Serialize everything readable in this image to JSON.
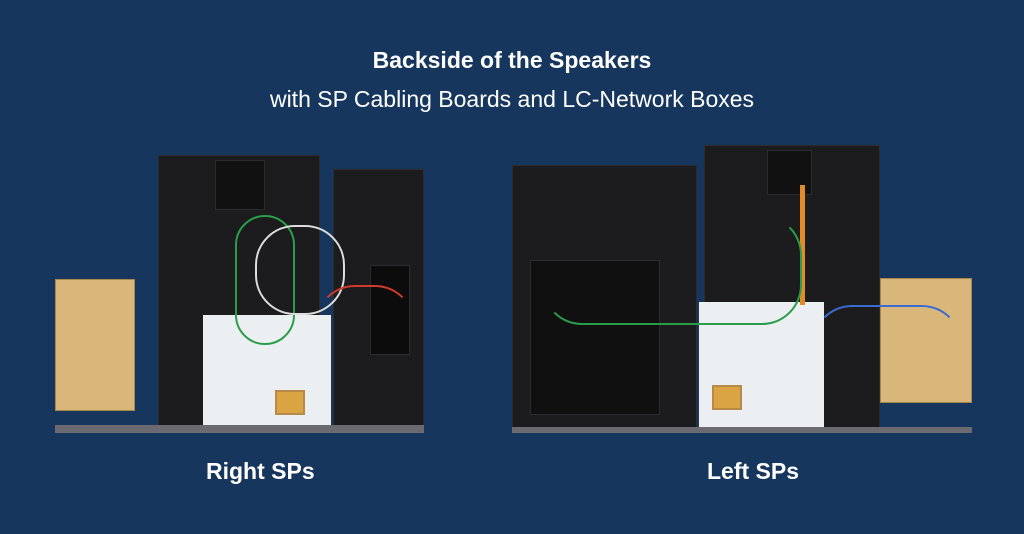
{
  "title": {
    "line1": "Backside of the Speakers",
    "line2": "with SP Cabling Boards and LC-Network Boxes"
  },
  "photos": [
    {
      "caption": "Right SPs"
    },
    {
      "caption": "Left SPs"
    }
  ],
  "colors": {
    "background": "#17365d",
    "text": "#ffffff"
  }
}
